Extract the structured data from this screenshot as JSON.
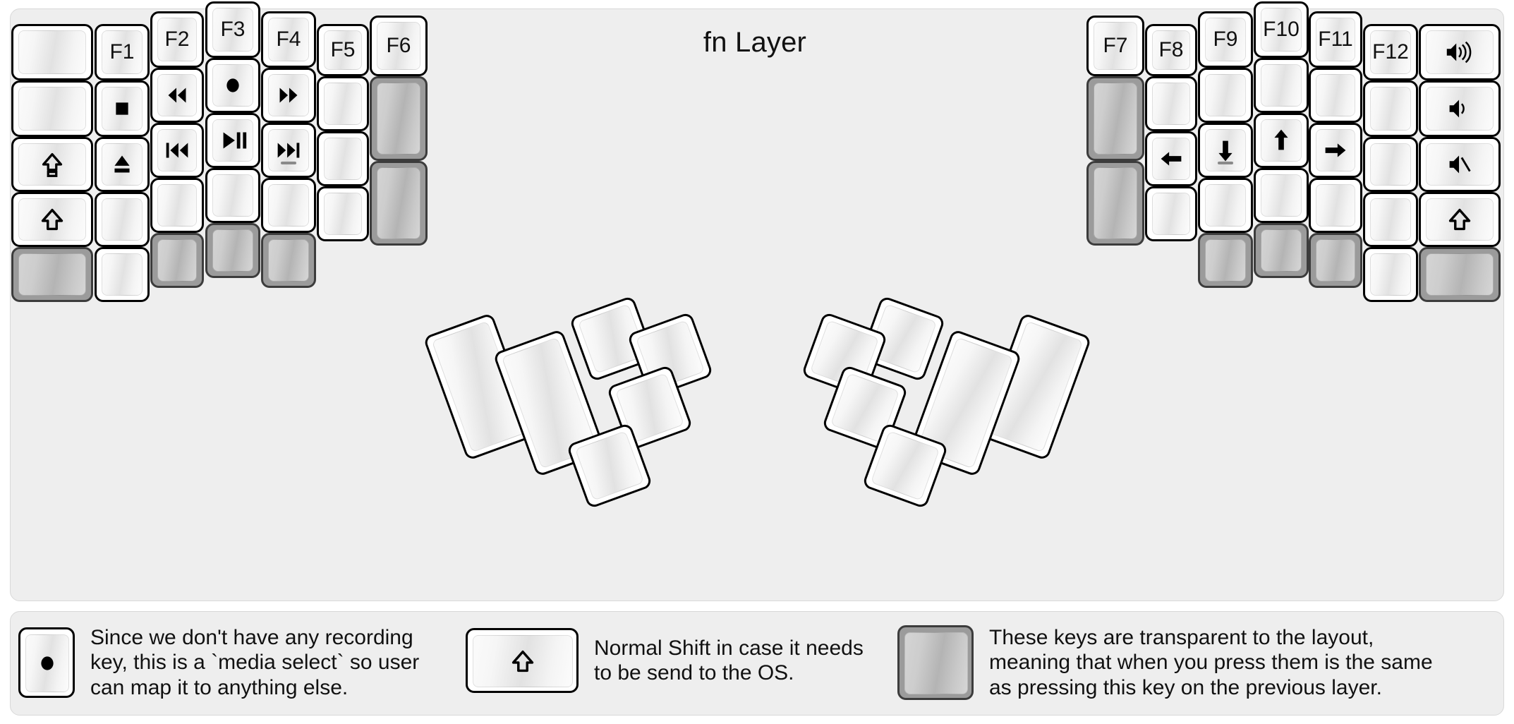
{
  "title": "fn Layer",
  "colors": {
    "panel_bg": "#eeeeee",
    "page_bg": "#ffffff",
    "key_border": "#000000",
    "transparent_key": "#9b9b9b",
    "text": "#111111"
  },
  "glyphs": {
    "record": "●",
    "stop": "■",
    "eject": "⏏",
    "rewind": "◀◀",
    "fast_forward": "▶▶",
    "prev_track": "⏮",
    "next_track": "⏭",
    "play_pause": "⏯",
    "caps_lock": "⇪",
    "shift": "⇧",
    "arrow_left": "←",
    "arrow_down": "↓",
    "arrow_up": "↑",
    "arrow_right": "→",
    "volume_up": "🔊",
    "volume_down": "🔉",
    "mute": "🔇"
  },
  "left_half": {
    "columns": [
      {
        "name": "col-pinky-outer",
        "keys": [
          {
            "name": "key-l-c0-r0",
            "label": "",
            "icon": "",
            "state": "blank"
          },
          {
            "name": "key-l-c0-r1",
            "label": "",
            "icon": "",
            "state": "blank"
          },
          {
            "name": "key-l-c0-r2",
            "label": "",
            "icon": "caps-lock-icon",
            "state": "glyph"
          },
          {
            "name": "key-l-c0-r3",
            "label": "",
            "icon": "shift-icon",
            "state": "glyph"
          },
          {
            "name": "key-l-c0-r4",
            "label": "",
            "icon": "",
            "state": "transparent"
          }
        ]
      },
      {
        "name": "col-pinky",
        "keys": [
          {
            "name": "key-l-c1-r0",
            "label": "F1",
            "icon": "",
            "state": "text"
          },
          {
            "name": "key-l-c1-r1",
            "label": "",
            "icon": "stop-icon",
            "state": "glyph"
          },
          {
            "name": "key-l-c1-r2",
            "label": "",
            "icon": "eject-icon",
            "state": "glyph"
          },
          {
            "name": "key-l-c1-r3",
            "label": "",
            "icon": "",
            "state": "blank"
          },
          {
            "name": "key-l-c1-r4",
            "label": "",
            "icon": "",
            "state": "blank"
          }
        ]
      },
      {
        "name": "col-ring",
        "keys": [
          {
            "name": "key-l-c2-r0",
            "label": "F2",
            "icon": "",
            "state": "text"
          },
          {
            "name": "key-l-c2-r1",
            "label": "",
            "icon": "rewind-icon",
            "state": "glyph"
          },
          {
            "name": "key-l-c2-r2",
            "label": "",
            "icon": "prev-track-icon",
            "state": "glyph"
          },
          {
            "name": "key-l-c2-r3",
            "label": "",
            "icon": "",
            "state": "blank"
          },
          {
            "name": "key-l-c2-r4",
            "label": "",
            "icon": "",
            "state": "transparent"
          }
        ]
      },
      {
        "name": "col-middle",
        "keys": [
          {
            "name": "key-l-c3-r0",
            "label": "F3",
            "icon": "",
            "state": "text"
          },
          {
            "name": "key-l-c3-r1",
            "label": "",
            "icon": "record-icon",
            "state": "glyph"
          },
          {
            "name": "key-l-c3-r2",
            "label": "",
            "icon": "play-pause-icon",
            "state": "glyph"
          },
          {
            "name": "key-l-c3-r3",
            "label": "",
            "icon": "",
            "state": "blank"
          },
          {
            "name": "key-l-c3-r4",
            "label": "",
            "icon": "",
            "state": "transparent"
          }
        ]
      },
      {
        "name": "col-index",
        "keys": [
          {
            "name": "key-l-c4-r0",
            "label": "F4",
            "icon": "",
            "state": "text"
          },
          {
            "name": "key-l-c4-r1",
            "label": "",
            "icon": "fast-forward-icon",
            "state": "glyph"
          },
          {
            "name": "key-l-c4-r2",
            "label": "",
            "icon": "next-track-icon",
            "state": "glyph",
            "homing": true
          },
          {
            "name": "key-l-c4-r3",
            "label": "",
            "icon": "",
            "state": "blank"
          },
          {
            "name": "key-l-c4-r4",
            "label": "",
            "icon": "",
            "state": "transparent"
          }
        ]
      },
      {
        "name": "col-index-inner",
        "keys": [
          {
            "name": "key-l-c5-r0",
            "label": "F5",
            "icon": "",
            "state": "text"
          },
          {
            "name": "key-l-c5-r1",
            "label": "",
            "icon": "",
            "state": "blank"
          },
          {
            "name": "key-l-c5-r2",
            "label": "",
            "icon": "",
            "state": "blank"
          },
          {
            "name": "key-l-c5-r3",
            "label": "",
            "icon": "",
            "state": "blank"
          }
        ]
      },
      {
        "name": "col-inner",
        "keys": [
          {
            "name": "key-l-c6-r0",
            "label": "F6",
            "icon": "",
            "state": "text"
          },
          {
            "name": "key-l-c6-r1",
            "label": "",
            "icon": "",
            "state": "transparent"
          },
          {
            "name": "key-l-c6-r2",
            "label": "",
            "icon": "",
            "state": "transparent"
          }
        ]
      }
    ],
    "thumb_cluster": {
      "name": "left-thumb-cluster",
      "keys": [
        {
          "name": "thumb-l-1",
          "label": "",
          "state": "blank"
        },
        {
          "name": "thumb-l-2",
          "label": "",
          "state": "blank"
        },
        {
          "name": "thumb-l-3",
          "label": "",
          "state": "blank"
        },
        {
          "name": "thumb-l-4",
          "label": "",
          "state": "blank"
        },
        {
          "name": "thumb-l-5",
          "label": "",
          "state": "blank"
        },
        {
          "name": "thumb-l-6",
          "label": "",
          "state": "blank"
        }
      ]
    }
  },
  "right_half": {
    "columns": [
      {
        "name": "col-inner",
        "keys": [
          {
            "name": "key-r-c0-r0",
            "label": "F7",
            "icon": "",
            "state": "text"
          },
          {
            "name": "key-r-c0-r1",
            "label": "",
            "icon": "",
            "state": "transparent"
          },
          {
            "name": "key-r-c0-r2",
            "label": "",
            "icon": "",
            "state": "transparent"
          }
        ]
      },
      {
        "name": "col-index-inner",
        "keys": [
          {
            "name": "key-r-c1-r0",
            "label": "F8",
            "icon": "",
            "state": "text"
          },
          {
            "name": "key-r-c1-r1",
            "label": "",
            "icon": "",
            "state": "blank"
          },
          {
            "name": "key-r-c1-r2",
            "label": "",
            "icon": "arrow-left-icon",
            "state": "glyph"
          },
          {
            "name": "key-r-c1-r3",
            "label": "",
            "icon": "",
            "state": "blank"
          }
        ]
      },
      {
        "name": "col-index",
        "keys": [
          {
            "name": "key-r-c2-r0",
            "label": "F9",
            "icon": "",
            "state": "text"
          },
          {
            "name": "key-r-c2-r1",
            "label": "",
            "icon": "",
            "state": "blank"
          },
          {
            "name": "key-r-c2-r2",
            "label": "",
            "icon": "arrow-down-icon",
            "state": "glyph",
            "homing": true
          },
          {
            "name": "key-r-c2-r3",
            "label": "",
            "icon": "",
            "state": "blank"
          },
          {
            "name": "key-r-c2-r4",
            "label": "",
            "icon": "",
            "state": "transparent"
          }
        ]
      },
      {
        "name": "col-middle",
        "keys": [
          {
            "name": "key-r-c3-r0",
            "label": "F10",
            "icon": "",
            "state": "text"
          },
          {
            "name": "key-r-c3-r1",
            "label": "",
            "icon": "",
            "state": "blank"
          },
          {
            "name": "key-r-c3-r2",
            "label": "",
            "icon": "arrow-up-icon",
            "state": "glyph"
          },
          {
            "name": "key-r-c3-r3",
            "label": "",
            "icon": "",
            "state": "blank"
          },
          {
            "name": "key-r-c3-r4",
            "label": "",
            "icon": "",
            "state": "transparent"
          }
        ]
      },
      {
        "name": "col-ring",
        "keys": [
          {
            "name": "key-r-c4-r0",
            "label": "F11",
            "icon": "",
            "state": "text"
          },
          {
            "name": "key-r-c4-r1",
            "label": "",
            "icon": "",
            "state": "blank"
          },
          {
            "name": "key-r-c4-r2",
            "label": "",
            "icon": "arrow-right-icon",
            "state": "glyph"
          },
          {
            "name": "key-r-c4-r3",
            "label": "",
            "icon": "",
            "state": "blank"
          },
          {
            "name": "key-r-c4-r4",
            "label": "",
            "icon": "",
            "state": "transparent"
          }
        ]
      },
      {
        "name": "col-pinky",
        "keys": [
          {
            "name": "key-r-c5-r0",
            "label": "F12",
            "icon": "",
            "state": "text"
          },
          {
            "name": "key-r-c5-r1",
            "label": "",
            "icon": "",
            "state": "blank"
          },
          {
            "name": "key-r-c5-r2",
            "label": "",
            "icon": "",
            "state": "blank"
          },
          {
            "name": "key-r-c5-r3",
            "label": "",
            "icon": "",
            "state": "blank"
          },
          {
            "name": "key-r-c5-r4",
            "label": "",
            "icon": "",
            "state": "blank"
          }
        ]
      },
      {
        "name": "col-pinky-outer",
        "keys": [
          {
            "name": "key-r-c6-r0",
            "label": "",
            "icon": "volume-up-icon",
            "state": "glyph"
          },
          {
            "name": "key-r-c6-r1",
            "label": "",
            "icon": "volume-down-icon",
            "state": "glyph"
          },
          {
            "name": "key-r-c6-r2",
            "label": "",
            "icon": "mute-icon",
            "state": "glyph"
          },
          {
            "name": "key-r-c6-r3",
            "label": "",
            "icon": "shift-icon",
            "state": "glyph"
          },
          {
            "name": "key-r-c6-r4",
            "label": "",
            "icon": "",
            "state": "transparent"
          }
        ]
      }
    ],
    "thumb_cluster": {
      "name": "right-thumb-cluster",
      "keys": [
        {
          "name": "thumb-r-1",
          "label": "",
          "state": "blank"
        },
        {
          "name": "thumb-r-2",
          "label": "",
          "state": "blank"
        },
        {
          "name": "thumb-r-3",
          "label": "",
          "state": "blank"
        },
        {
          "name": "thumb-r-4",
          "label": "",
          "state": "blank"
        },
        {
          "name": "thumb-r-5",
          "label": "",
          "state": "blank"
        },
        {
          "name": "thumb-r-6",
          "label": "",
          "state": "blank"
        }
      ]
    }
  },
  "legend": [
    {
      "name": "legend-record",
      "icon": "record-icon",
      "key_state": "normal",
      "text": "Since we don't have any recording\nkey, this is a `media select` so user\ncan map it to anything else."
    },
    {
      "name": "legend-shift",
      "icon": "shift-icon",
      "key_state": "normal",
      "text": "Normal Shift in case it needs\nto be send to the OS."
    },
    {
      "name": "legend-transparent",
      "icon": "",
      "key_state": "transparent",
      "text": "These keys are transparent to the layout,\nmeaning that when you press them is the same\nas pressing this key on the previous layer."
    }
  ]
}
